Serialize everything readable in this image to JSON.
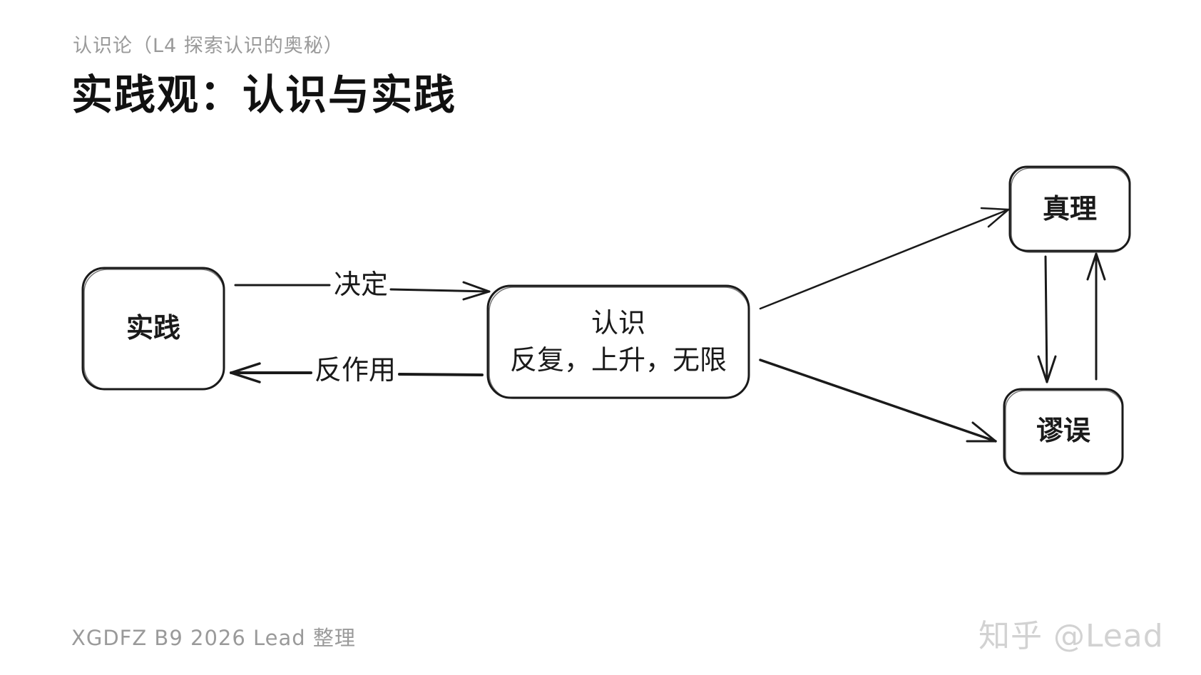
{
  "header": {
    "subtitle": "认识论（L4 探索认识的奥秘）",
    "title": "实践观：认识与实践"
  },
  "diagram": {
    "nodes": {
      "practice": "实践",
      "cognition_line1": "认识",
      "cognition_line2": "反复，上升，无限",
      "truth": "真理",
      "error": "谬误"
    },
    "edges": {
      "decides": "决定",
      "reaction": "反作用"
    }
  },
  "footer": {
    "credit": "XGDFZ B9 2026 Lead 整理",
    "watermark": "知乎 @Lead"
  },
  "colors": {
    "stroke": "#1a1a1a",
    "muted_text": "#9a9a9a",
    "watermark": "#d2d2d2"
  }
}
